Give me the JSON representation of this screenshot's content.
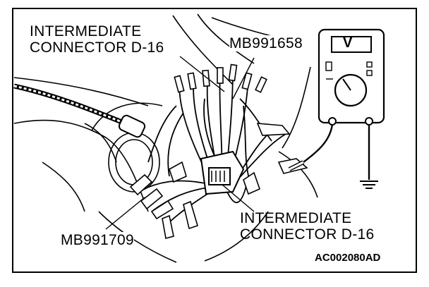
{
  "labels": {
    "top_connector": [
      "INTERMEDIATE",
      "CONNECTOR D-16"
    ],
    "bottom_connector": [
      "INTERMEDIATE",
      "CONNECTOR D-16"
    ],
    "harness_top": "MB991658",
    "harness_bottom": "MB991709",
    "figure_code": "AC002080AD"
  },
  "meter": {
    "display": "V"
  },
  "colors": {
    "ink": "#000000",
    "paper": "#ffffff"
  }
}
